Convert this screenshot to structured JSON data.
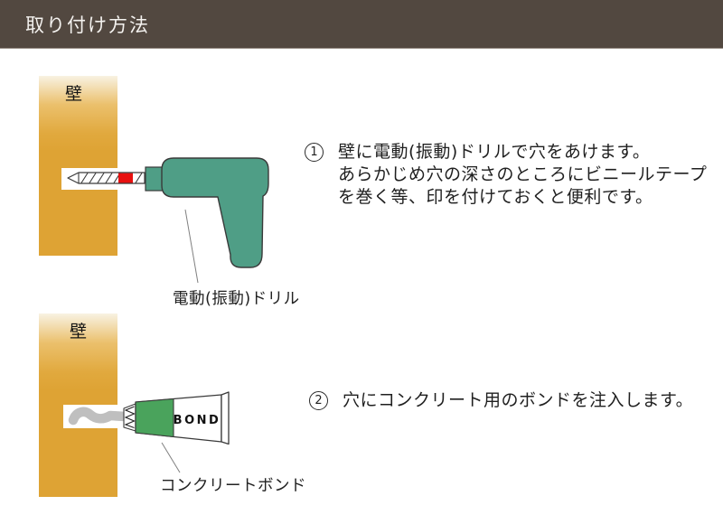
{
  "header": {
    "title": "取り付け方法"
  },
  "steps": [
    {
      "number": "1",
      "lines": [
        "壁に電動(振動)ドリルで穴をあけます。",
        "あらかじめ穴の深さのところにビニールテープ",
        "を巻く等、印を付けておくと便利です。"
      ]
    },
    {
      "number": "2",
      "lines": [
        "穴にコンクリート用のボンドを注入します。"
      ]
    }
  ],
  "illustrations": [
    {
      "wall_label": "壁",
      "caption": "電動(振動)ドリル"
    },
    {
      "wall_label": "壁",
      "caption": "コンクリートボンド",
      "tube_text": "BOND"
    }
  ],
  "colors": {
    "header_bg": "#524840",
    "header_text": "#F4F2EF",
    "wall_orange": "#DEA334",
    "wall_light": "#F8F2E2",
    "drill_green": "#4F9E86",
    "bond_green": "#4AA35C",
    "tape_red": "#E8100F",
    "paste_gray": "#BFBFBF",
    "outline_dark": "#3A3A3A",
    "text_dark": "#1F1F1F"
  }
}
